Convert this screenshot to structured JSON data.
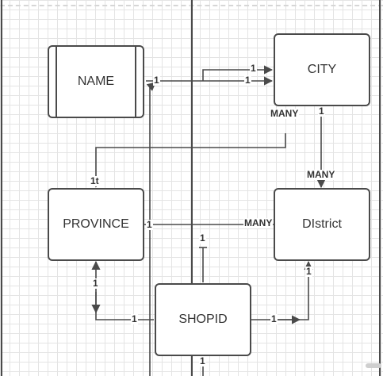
{
  "entities": {
    "name": "NAME",
    "city": "CITY",
    "province": "PROVINCE",
    "district": "DIstrict",
    "shopid": "SHOPID"
  },
  "labels": {
    "name_city_top": "1",
    "name_city_mid": "1",
    "name_out": "1",
    "city_many_left": "MANY",
    "city_one_right": "1",
    "district_many": "MANY",
    "province_top": "1t",
    "province_right": "1",
    "district_left_many": "MANY",
    "center_one": "1",
    "province_bottom": "1",
    "shopid_left": "1",
    "shopid_right": "1",
    "district_bottom": "1",
    "shopid_bottom": "1"
  },
  "colors": {
    "line": "#4a4a4a",
    "grid": "#e4e4e4",
    "background": "#ffffff"
  }
}
